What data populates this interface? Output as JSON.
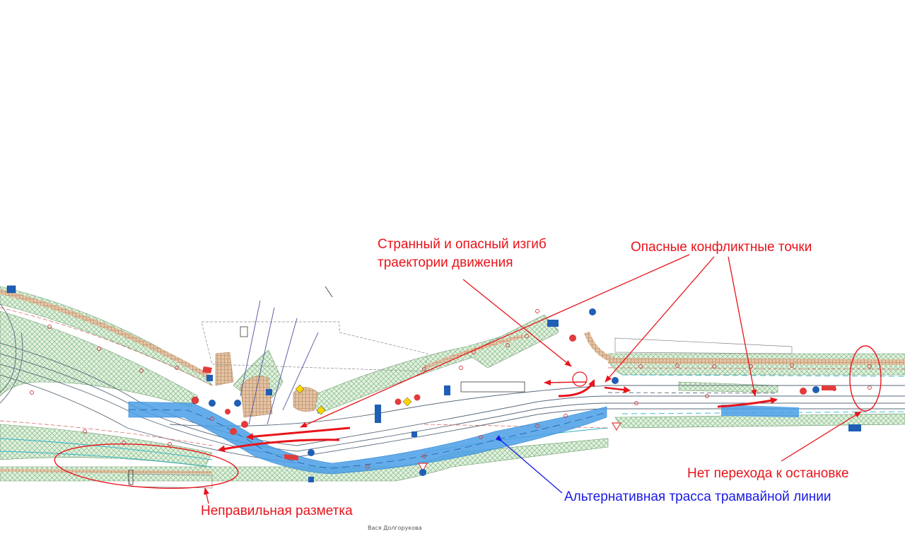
{
  "annotations": {
    "strange_bend_line1": "Странный и опасный изгиб",
    "strange_bend_line2": "траектории движения",
    "conflict_points": "Опасные конфликтные точки",
    "no_crossing": "Нет перехода к остановке",
    "alt_tram_route": "Альтернативная трасса трамвайной линии",
    "wrong_marking": "Неправильная разметка"
  },
  "plan_labels": {
    "bottom_street": "Вася Долгорукова"
  },
  "colors": {
    "annotation_red": "#e8141b",
    "annotation_blue": "#1a1ae6",
    "tram_route_fill": "#4a9fe6",
    "greenery": "#8fc48f",
    "paving": "#c9a07a",
    "road_lines": "#5a6a7a",
    "cyan_marking": "#2fb3c8"
  },
  "icons": [
    "road-sign-no-entry-icon",
    "road-sign-priority-icon",
    "road-sign-give-way-icon",
    "bus-stop-sign-icon"
  ]
}
